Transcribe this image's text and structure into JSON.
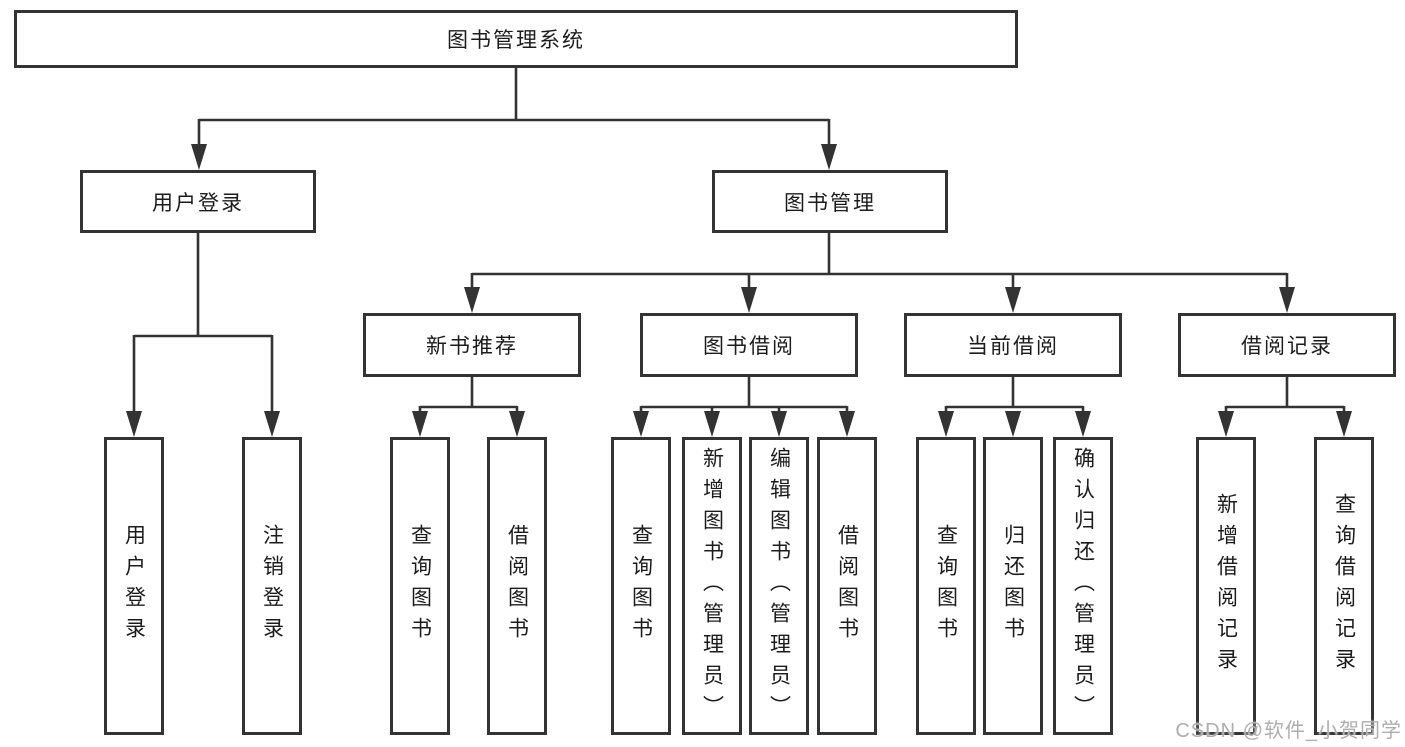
{
  "colors": {
    "background": "#ffffff",
    "line": "#333333",
    "box_border": "#333333",
    "text": "#1c1c1c",
    "watermark": "#aeaeae"
  },
  "diagram": {
    "type": "hierarchy-tree",
    "root": {
      "label": "图书管理系统"
    },
    "level2": [
      {
        "label": "用户登录"
      },
      {
        "label": "图书管理"
      }
    ],
    "level3": [
      {
        "label": "新书推荐",
        "parent": "图书管理"
      },
      {
        "label": "图书借阅",
        "parent": "图书管理"
      },
      {
        "label": "当前借阅",
        "parent": "图书管理"
      },
      {
        "label": "借阅记录",
        "parent": "图书管理"
      }
    ],
    "leaves": [
      {
        "label": "用户登录",
        "parent": "用户登录"
      },
      {
        "label": "注销登录",
        "parent": "用户登录"
      },
      {
        "label": "查询图书",
        "parent": "新书推荐"
      },
      {
        "label": "借阅图书",
        "parent": "新书推荐"
      },
      {
        "label": "查询图书",
        "parent": "图书借阅"
      },
      {
        "label": "新增图书（管理员）",
        "parent": "图书借阅"
      },
      {
        "label": "编辑图书（管理员）",
        "parent": "图书借阅"
      },
      {
        "label": "借阅图书",
        "parent": "图书借阅"
      },
      {
        "label": "查询图书",
        "parent": "当前借阅"
      },
      {
        "label": "归还图书",
        "parent": "当前借阅"
      },
      {
        "label": "确认归还（管理员）",
        "parent": "当前借阅"
      },
      {
        "label": "新增借阅记录",
        "parent": "借阅记录"
      },
      {
        "label": "查询借阅记录",
        "parent": "借阅记录"
      }
    ]
  },
  "watermark": {
    "text": "CSDN @软件_小贺同学"
  }
}
